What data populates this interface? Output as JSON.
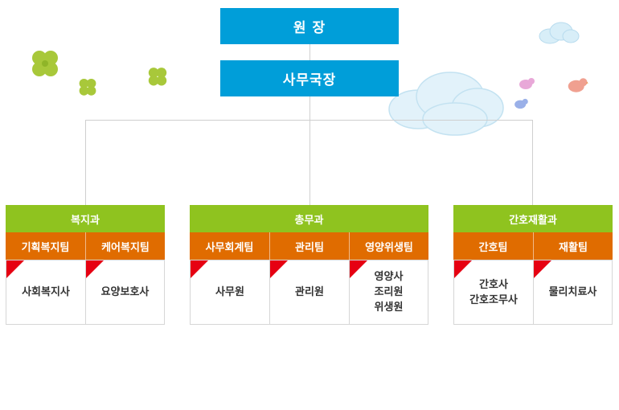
{
  "top": {
    "director": "원 장",
    "secretary": "사무국장"
  },
  "departments": [
    {
      "name": "복지과",
      "teams": [
        {
          "name": "기획복지팀",
          "roles": [
            "사회복지사"
          ]
        },
        {
          "name": "케어복지팀",
          "roles": [
            "요양보호사"
          ]
        }
      ]
    },
    {
      "name": "총무과",
      "teams": [
        {
          "name": "사무회계팀",
          "roles": [
            "사무원"
          ]
        },
        {
          "name": "관리팀",
          "roles": [
            "관리원"
          ]
        },
        {
          "name": "영양위생팀",
          "roles": [
            "영양사",
            "조리원",
            "위생원"
          ]
        }
      ]
    },
    {
      "name": "간호재활과",
      "teams": [
        {
          "name": "간호팀",
          "roles": [
            "간호사",
            "간호조무사"
          ]
        },
        {
          "name": "재활팀",
          "roles": [
            "물리치료사"
          ]
        }
      ]
    }
  ],
  "colors": {
    "top_box": "#009ed9",
    "department": "#8fc31f",
    "team": "#e06c00",
    "corner_marker": "#e60012",
    "connector": "#cfcfcf"
  },
  "icons": [
    "clover-icon",
    "cloud-icon",
    "bird-icon"
  ]
}
